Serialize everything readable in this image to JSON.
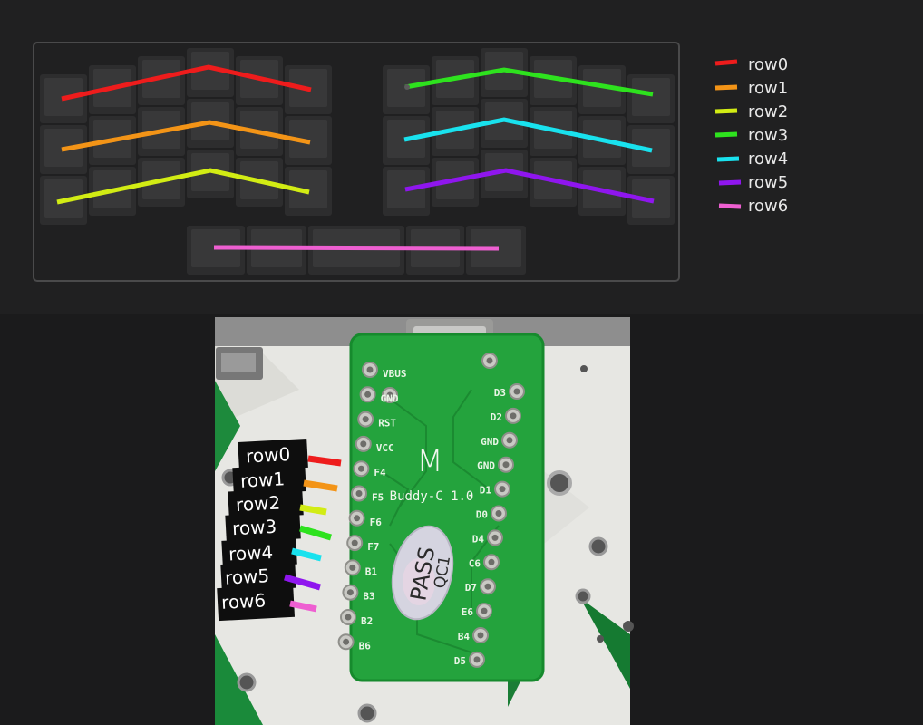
{
  "legend": [
    {
      "label": "row0",
      "color": "#ee1c1c"
    },
    {
      "label": "row1",
      "color": "#f39417"
    },
    {
      "label": "row2",
      "color": "#d2ec14"
    },
    {
      "label": "row3",
      "color": "#2ee21e"
    },
    {
      "label": "row4",
      "color": "#19e2ee"
    },
    {
      "label": "row5",
      "color": "#8f16ee"
    },
    {
      "label": "row6",
      "color": "#ee5fd1"
    }
  ],
  "board": {
    "name": "Buddy-C 1.0",
    "logo": "M",
    "sticker_line1": "PASS",
    "sticker_line2": "QC1",
    "left_pins": [
      "VBUS",
      "GND",
      "RST",
      "VCC",
      "F4",
      "F5",
      "F6",
      "F7",
      "B1",
      "B3",
      "B2",
      "B6"
    ],
    "right_pins": [
      "D3",
      "D2",
      "GND",
      "GND",
      "D1",
      "D0",
      "D4",
      "C6",
      "D7",
      "E6",
      "B4",
      "D5"
    ]
  },
  "callouts": [
    "row0",
    "row1",
    "row2",
    "row3",
    "row4",
    "row5",
    "row6"
  ]
}
